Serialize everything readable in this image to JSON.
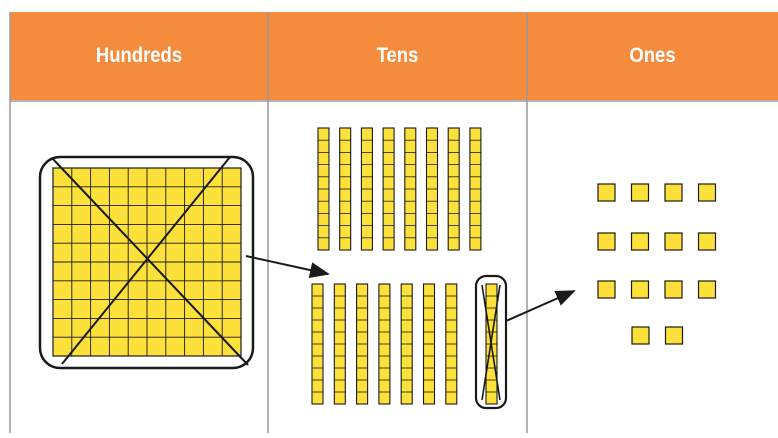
{
  "table": {
    "headers": [
      "Hundreds",
      "Tens",
      "Ones"
    ],
    "header_color": "#F58C3D",
    "line_color": "#9a9a9a"
  },
  "blocks": {
    "fill_color": "#FBE13A",
    "stroke_color": "#1a1a1a"
  },
  "hundreds": {
    "count": 1,
    "crossed_out": 1,
    "circled": true
  },
  "tens": {
    "top_row": 8,
    "bottom_row": 8,
    "crossed_out": 1,
    "circled": true
  },
  "ones": {
    "rows": [
      4,
      4,
      4,
      2
    ]
  },
  "arrows": [
    {
      "from": "hundreds",
      "to": "tens"
    },
    {
      "from": "tens",
      "to": "ones"
    }
  ]
}
